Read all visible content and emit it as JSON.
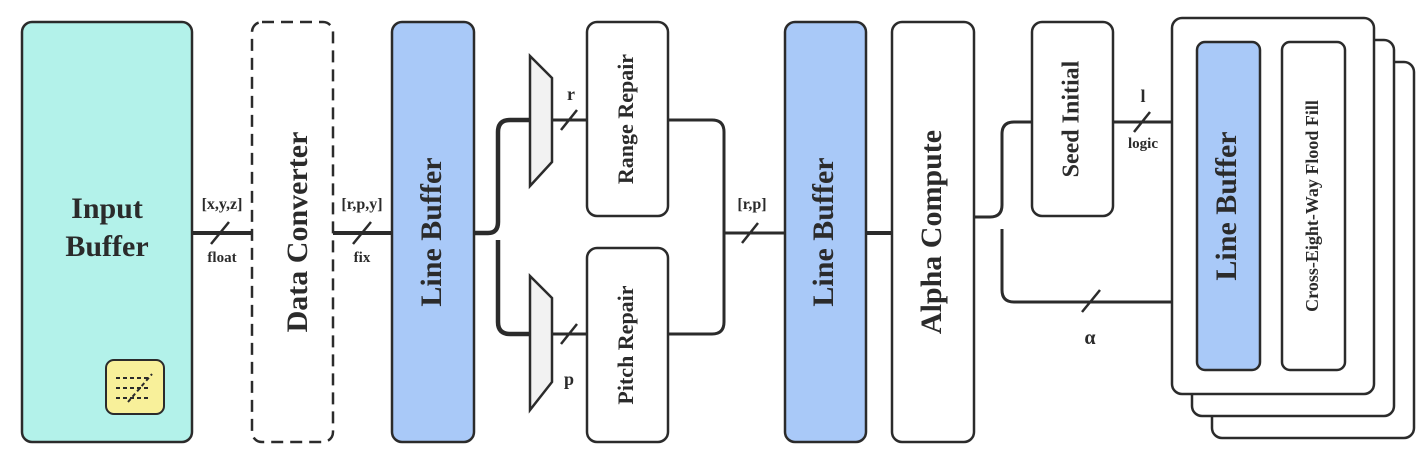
{
  "colors": {
    "input_fill": "#b3f2ea",
    "buffer_fill": "#a9c9f8",
    "white_fill": "#ffffff",
    "stroke": "#2b2b2b",
    "icon_fill": "#f8f09a"
  },
  "blocks": {
    "input_buffer": {
      "line1": "Input",
      "line2": "Buffer"
    },
    "data_converter": "Data Converter",
    "line_buffer_1": "Line Buffer",
    "range_repair": "Range Repair",
    "pitch_repair": "Pitch Repair",
    "line_buffer_2": "Line Buffer",
    "alpha_compute": "Alpha Compute",
    "seed_initial": "Seed Initial",
    "line_buffer_3": "Line Buffer",
    "flood_fill": "Cross-Eight-Way Flood Fill"
  },
  "signals": {
    "xyz": "[x,y,z]",
    "float": "float",
    "rpy": "[r,p,y]",
    "fix": "fix",
    "r": "r",
    "p": "p",
    "rp": "[r,p]",
    "l": "l",
    "logic": "logic",
    "alpha": "α"
  },
  "icons": {
    "input_icon": "dashed-arrows-icon"
  }
}
